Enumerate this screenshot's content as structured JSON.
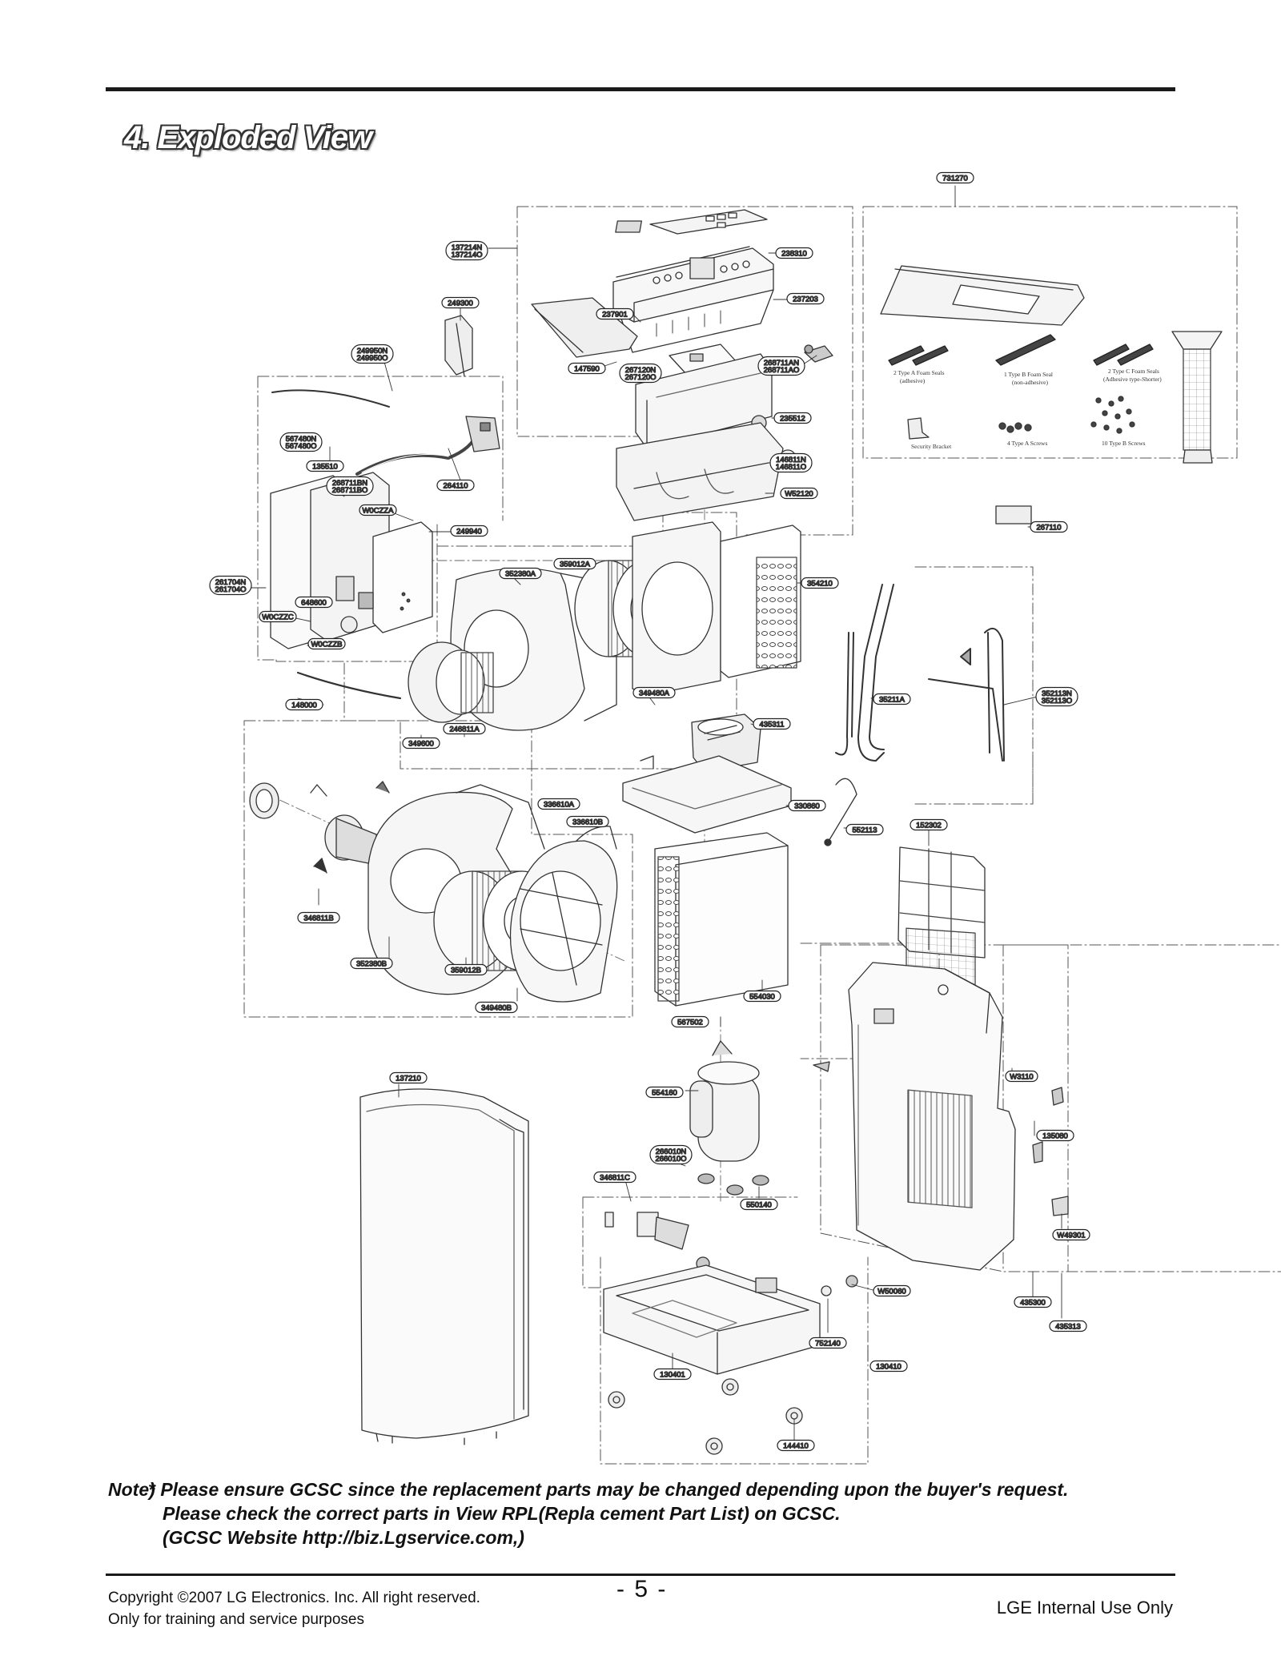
{
  "title": "4. Exploded View",
  "panel_labels": {
    "foam_a": "2 Type A Foam Seals",
    "foam_a_sub": "(adhesive)",
    "foam_b": "1 Type B Foam Seal",
    "foam_b_sub": "(non-adhesive)",
    "foam_c": "2 Type C Foam Seals",
    "foam_c_sub": "(Adhesive type-Shorter)",
    "bracket": "Security Bracket",
    "screws_a": "4 Type A Screws",
    "screws_b": "10 Type B Screws"
  },
  "note": {
    "label": "Note)",
    "line1": "* Please ensure GCSC since the replacement parts may be changed depending upon the buyer's request.",
    "line2": "Please check  the correct parts in View RPL(Repla   cement Part List) on GCSC.",
    "line3": "(GCSC Website  http://biz.Lgservice.com,)"
  },
  "footer": {
    "copyright": "Copyright ©2007 LG Electronics. Inc. All right reserved.",
    "training": "Only for training and service purposes",
    "page": "- 5 -",
    "internal": "LGE Internal Use Only"
  },
  "parts": [
    {
      "id": "c731270",
      "lines": [
        "731270"
      ]
    },
    {
      "id": "c137214",
      "lines": [
        "137214N",
        "137214O"
      ]
    },
    {
      "id": "c238310",
      "lines": [
        "238310"
      ]
    },
    {
      "id": "c237203",
      "lines": [
        "237203"
      ]
    },
    {
      "id": "c249300",
      "lines": [
        "249300"
      ]
    },
    {
      "id": "c237901",
      "lines": [
        "237901"
      ]
    },
    {
      "id": "c249950",
      "lines": [
        "249950N",
        "249950O"
      ]
    },
    {
      "id": "c147590",
      "lines": [
        "147590"
      ]
    },
    {
      "id": "c267120",
      "lines": [
        "267120N",
        "267120O"
      ]
    },
    {
      "id": "c268711A",
      "lines": [
        "268711AN",
        "268711AO"
      ]
    },
    {
      "id": "c235512",
      "lines": [
        "235512"
      ]
    },
    {
      "id": "c567480",
      "lines": [
        "567480N",
        "567480O"
      ]
    },
    {
      "id": "c146811",
      "lines": [
        "146811N",
        "146811O"
      ]
    },
    {
      "id": "c135510",
      "lines": [
        "135510"
      ]
    },
    {
      "id": "c268711B",
      "lines": [
        "268711BN",
        "268711BO"
      ]
    },
    {
      "id": "c264110",
      "lines": [
        "264110"
      ]
    },
    {
      "id": "cW52120",
      "lines": [
        "W52120"
      ]
    },
    {
      "id": "cW0CZZA",
      "lines": [
        "W0CZZA"
      ]
    },
    {
      "id": "c249940",
      "lines": [
        "249940"
      ]
    },
    {
      "id": "c267110",
      "lines": [
        "267110"
      ]
    },
    {
      "id": "c359012A",
      "lines": [
        "359012A"
      ]
    },
    {
      "id": "c352380A",
      "lines": [
        "352380A"
      ]
    },
    {
      "id": "c354210",
      "lines": [
        "354210"
      ]
    },
    {
      "id": "c261704",
      "lines": [
        "261704N",
        "261704O"
      ]
    },
    {
      "id": "c648600",
      "lines": [
        "648600"
      ]
    },
    {
      "id": "cW0CZZC",
      "lines": [
        "W0CZZC"
      ]
    },
    {
      "id": "cW0CZZB",
      "lines": [
        "W0CZZB"
      ]
    },
    {
      "id": "c349480A",
      "lines": [
        "349480A"
      ]
    },
    {
      "id": "c35211A",
      "lines": [
        "35211A"
      ]
    },
    {
      "id": "c352113",
      "lines": [
        "352113N",
        "352113O"
      ]
    },
    {
      "id": "c148000",
      "lines": [
        "148000"
      ]
    },
    {
      "id": "c435311",
      "lines": [
        "435311"
      ]
    },
    {
      "id": "c246811A",
      "lines": [
        "246811A"
      ]
    },
    {
      "id": "c349600",
      "lines": [
        "349600"
      ]
    },
    {
      "id": "c336610A",
      "lines": [
        "336610A"
      ]
    },
    {
      "id": "c330860",
      "lines": [
        "330860"
      ]
    },
    {
      "id": "c336610B",
      "lines": [
        "336610B"
      ]
    },
    {
      "id": "c552113",
      "lines": [
        "552113"
      ]
    },
    {
      "id": "c152302",
      "lines": [
        "152302"
      ]
    },
    {
      "id": "c346811B",
      "lines": [
        "346811B"
      ]
    },
    {
      "id": "c352380B",
      "lines": [
        "352380B"
      ]
    },
    {
      "id": "c359012B",
      "lines": [
        "359012B"
      ]
    },
    {
      "id": "c349480B",
      "lines": [
        "349480B"
      ]
    },
    {
      "id": "c554030",
      "lines": [
        "554030"
      ]
    },
    {
      "id": "c567502",
      "lines": [
        "567502"
      ]
    },
    {
      "id": "c137210",
      "lines": [
        "137210"
      ]
    },
    {
      "id": "cW3110",
      "lines": [
        "W3110"
      ]
    },
    {
      "id": "c554160",
      "lines": [
        "554160"
      ]
    },
    {
      "id": "c135080",
      "lines": [
        "135080"
      ]
    },
    {
      "id": "c266010",
      "lines": [
        "266010N",
        "266010O"
      ]
    },
    {
      "id": "c346811C",
      "lines": [
        "346811C"
      ]
    },
    {
      "id": "c550140",
      "lines": [
        "550140"
      ]
    },
    {
      "id": "cW49301",
      "lines": [
        "W49301"
      ]
    },
    {
      "id": "cW50060",
      "lines": [
        "W50060"
      ]
    },
    {
      "id": "c435300",
      "lines": [
        "435300"
      ]
    },
    {
      "id": "c435313",
      "lines": [
        "435313"
      ]
    },
    {
      "id": "c752140",
      "lines": [
        "752140"
      ]
    },
    {
      "id": "c130410",
      "lines": [
        "130410"
      ]
    },
    {
      "id": "c130401",
      "lines": [
        "130401"
      ]
    },
    {
      "id": "c144410",
      "lines": [
        "144410"
      ]
    }
  ]
}
